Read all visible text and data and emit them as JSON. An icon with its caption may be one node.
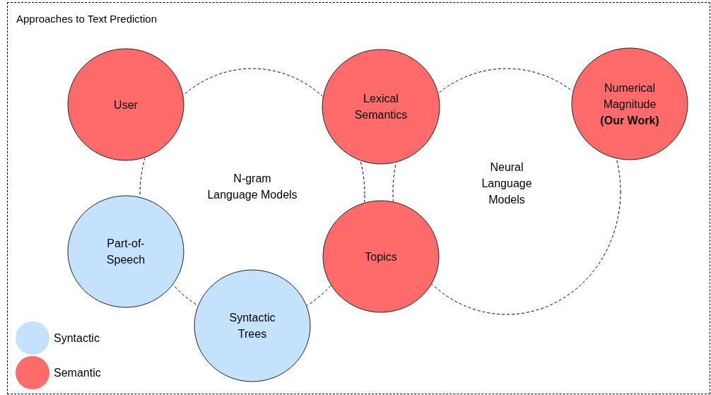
{
  "diagram": {
    "nodes": [
      {
        "text": [
          "Approaches to Text Prediction"
        ]
      },
      {
        "text": [
          "N-gram Language Models"
        ],
        "in": 0
      },
      {
        "text": [
          "Neural Language Models"
        ],
        "in": 0
      },
      {
        "text": [
          "User"
        ],
        "in": 0
      },
      {
        "text": [
          "Lexical Semantics"
        ],
        "in": 0
      },
      {
        "text": [
          "Numerical Magnitude **(Our Work)**"
        ],
        "in": 0
      },
      {
        "text": [
          "Part-of-Speech"
        ],
        "in": 0
      },
      {
        "text": [
          "Topics"
        ],
        "in": 0
      },
      {
        "text": [
          "Syntactic Trees"
        ],
        "in": 0
      }
    ],
    "edges": [],
    "legend": [
      {
        "text": "Syntactic",
        "color": "#c5e2fc"
      },
      {
        "text": "Semantic",
        "color": "#ff6b6b"
      }
    ]
  }
}
